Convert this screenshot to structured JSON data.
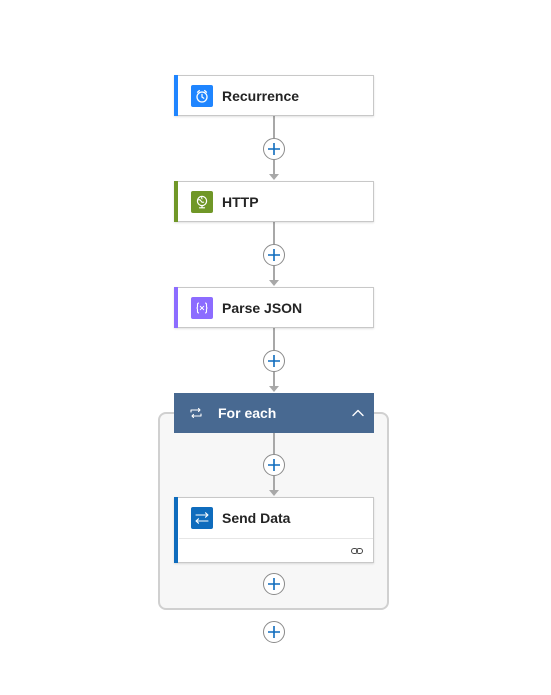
{
  "workflow": {
    "steps": [
      {
        "label": "Recurrence",
        "accent": "#1f85ff",
        "icon_bg": "#1f85ff",
        "icon": "alarm-clock-icon"
      },
      {
        "label": "HTTP",
        "accent": "#709727",
        "icon_bg": "#709727",
        "icon": "globe-icon"
      },
      {
        "label": "Parse JSON",
        "accent": "#8c6cff",
        "icon_bg": "#8c6cff",
        "icon": "braces-icon"
      }
    ],
    "foreach": {
      "label": "For each",
      "header_color": "#486991",
      "icon": "loop-icon",
      "collapse_icon": "chevron-up-icon",
      "inner_step": {
        "label": "Send Data",
        "accent": "#0f6cbd",
        "icon_bg": "#0f6cbd",
        "icon": "transfer-arrows-icon",
        "footer_icon": "link-icon"
      }
    },
    "add_button_icon": "plus-icon",
    "add_button_color": "#0f6cbd"
  }
}
